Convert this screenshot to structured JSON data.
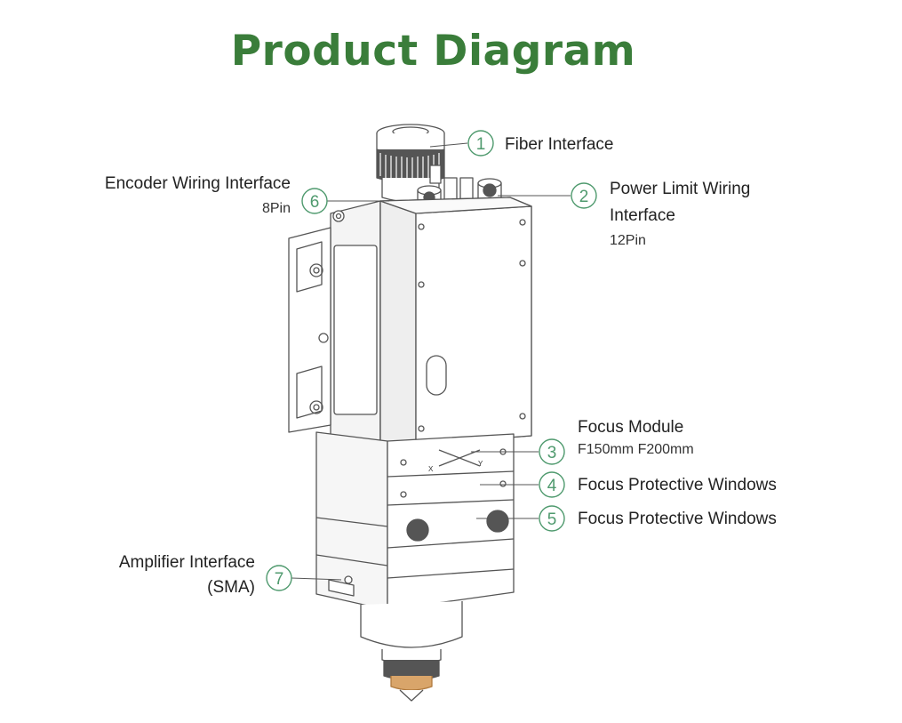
{
  "title": "Product Diagram",
  "colors": {
    "title": "#3a7d3a",
    "callout": "#4f9a6e",
    "line": "#555555",
    "nozzle": "#d9a56a"
  },
  "callouts": [
    {
      "number": "1",
      "label": "Fiber Interface",
      "detail": ""
    },
    {
      "number": "2",
      "label": "Power Limit Wiring",
      "label2": "Interface",
      "detail": "12Pin"
    },
    {
      "number": "3",
      "label": "Focus Module",
      "detail": "F150mm F200mm"
    },
    {
      "number": "4",
      "label": "Focus Protective Windows",
      "detail": ""
    },
    {
      "number": "5",
      "label": "Focus Protective Windows",
      "detail": ""
    },
    {
      "number": "6",
      "label": "Encoder Wiring Interface",
      "detail": "8Pin"
    },
    {
      "number": "7",
      "label": "Amplifier Interface",
      "detail": "(SMA)"
    }
  ],
  "axis_marks": {
    "x": "X",
    "y": "Y"
  }
}
